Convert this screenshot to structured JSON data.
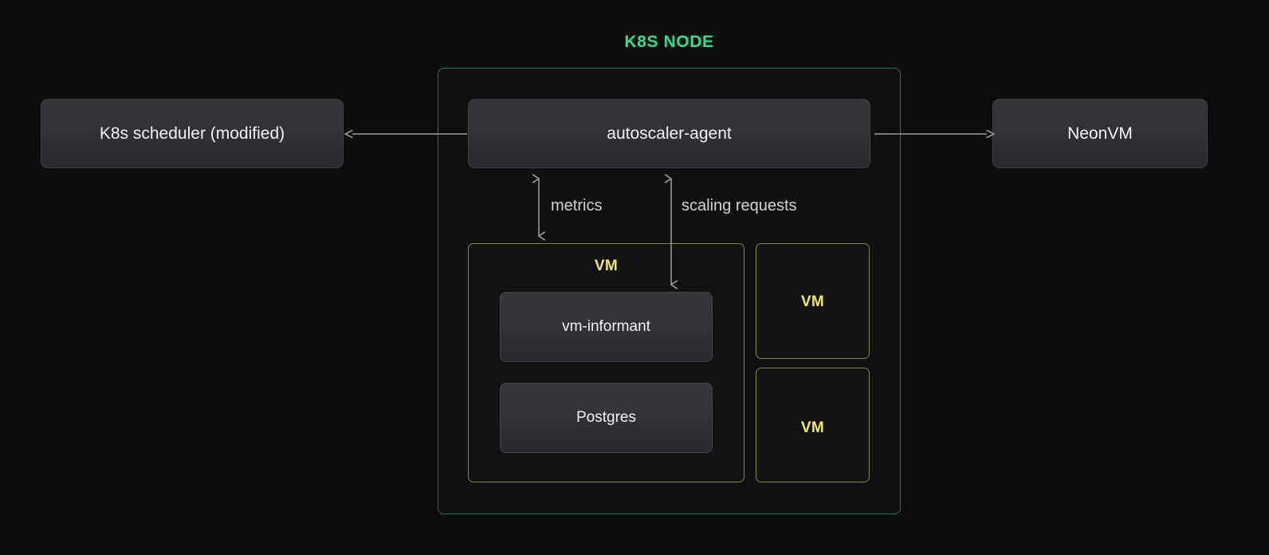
{
  "diagram": {
    "title": "K8S NODE",
    "background_color": "#0d0d0e",
    "accent_green": "#2fe08f",
    "node_border_color": "#2c7355",
    "vm_border_color": "#8a8339",
    "vm_label_color": "#f2ea5e",
    "box_text_color": "#f2f3f4",
    "arrow_color": "#9b9da1"
  },
  "external": {
    "scheduler": {
      "label": "K8s scheduler (modified)"
    },
    "neonvm": {
      "label": "NeonVM"
    }
  },
  "node": {
    "agent": {
      "label": "autoscaler-agent"
    },
    "vm_main": {
      "label": "VM",
      "components": [
        {
          "label": "vm-informant"
        },
        {
          "label": "Postgres"
        }
      ]
    },
    "vm_others": [
      {
        "label": "VM"
      },
      {
        "label": "VM"
      }
    ]
  },
  "connections": {
    "scheduler_arrow": {
      "label": "",
      "direction": "left"
    },
    "neonvm_arrow": {
      "label": "",
      "direction": "right"
    },
    "metrics": {
      "label": "metrics",
      "direction": "bidirectional"
    },
    "scaling": {
      "label": "scaling requests",
      "direction": "bidirectional"
    }
  }
}
